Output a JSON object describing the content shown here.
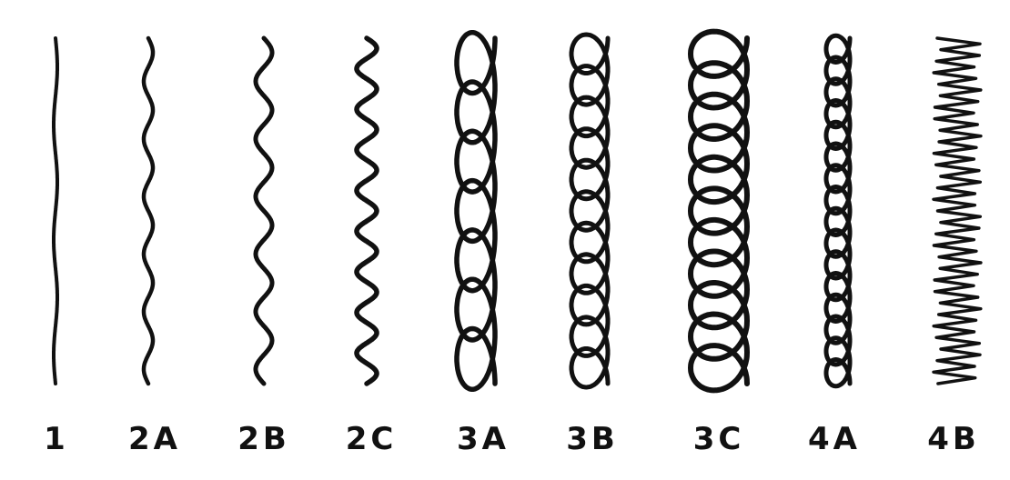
{
  "colors": {
    "ink": "#111111",
    "background": "#ffffff"
  },
  "hair_types": [
    {
      "label": "1",
      "pattern": "straight"
    },
    {
      "label": "2A",
      "pattern": "wavy"
    },
    {
      "label": "2B",
      "pattern": "wavy"
    },
    {
      "label": "2C",
      "pattern": "wavy"
    },
    {
      "label": "3A",
      "pattern": "curly"
    },
    {
      "label": "3B",
      "pattern": "curly"
    },
    {
      "label": "3C",
      "pattern": "curly"
    },
    {
      "label": "4A",
      "pattern": "coily"
    },
    {
      "label": "4B",
      "pattern": "zigzag"
    }
  ]
}
